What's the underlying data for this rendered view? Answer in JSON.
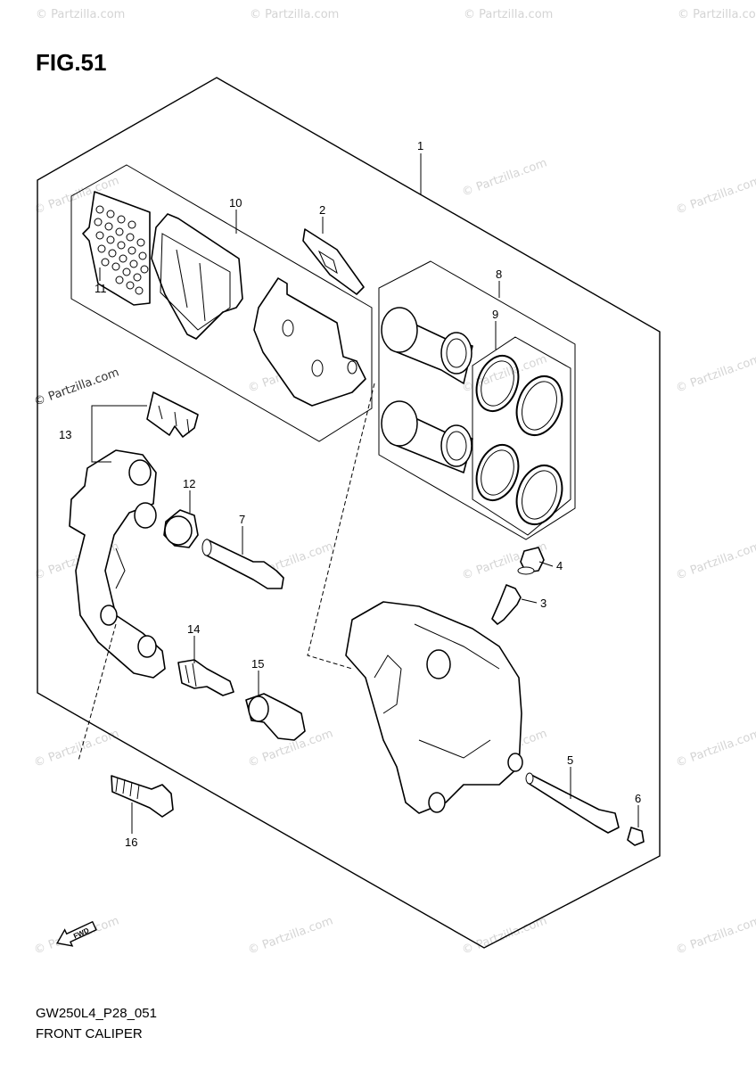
{
  "figure": {
    "title": "FIG.51",
    "code": "GW250L4_P28_051",
    "name": "FRONT CALIPER",
    "direction_marker": "FWD"
  },
  "watermark": {
    "text": "© Partzilla.com"
  },
  "callouts": [
    {
      "id": "1",
      "label": "1"
    },
    {
      "id": "2",
      "label": "2"
    },
    {
      "id": "3",
      "label": "3"
    },
    {
      "id": "4",
      "label": "4"
    },
    {
      "id": "5",
      "label": "5"
    },
    {
      "id": "6",
      "label": "6"
    },
    {
      "id": "7",
      "label": "7"
    },
    {
      "id": "8",
      "label": "8"
    },
    {
      "id": "9",
      "label": "9"
    },
    {
      "id": "10",
      "label": "10"
    },
    {
      "id": "11",
      "label": "11"
    },
    {
      "id": "12",
      "label": "12"
    },
    {
      "id": "13",
      "label": "13"
    },
    {
      "id": "14",
      "label": "14"
    },
    {
      "id": "15",
      "label": "15"
    },
    {
      "id": "16",
      "label": "16"
    }
  ]
}
